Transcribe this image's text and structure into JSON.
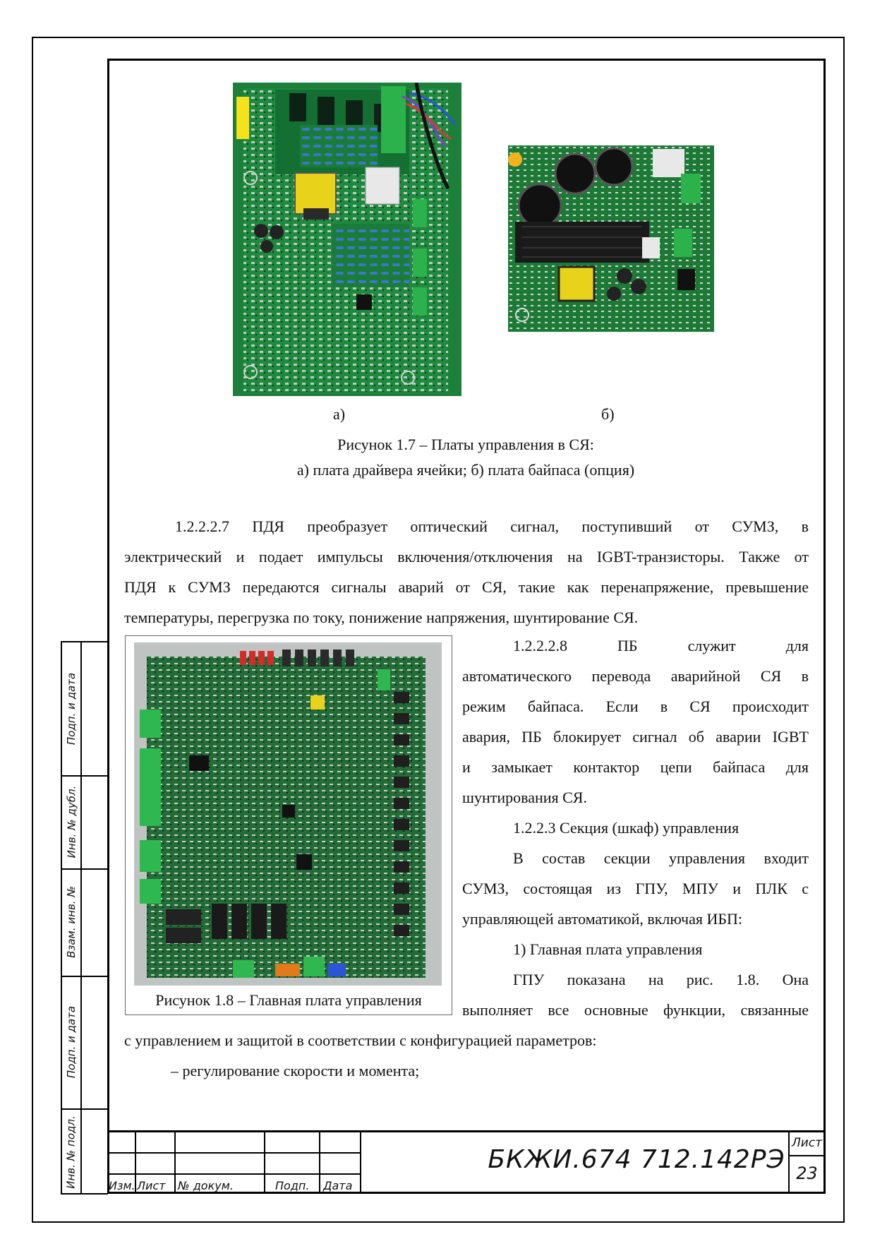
{
  "figure_1_7": {
    "label_a": "а)",
    "label_b": "б)",
    "caption_line1": "Рисунок 1.7 – Платы управления в СЯ:",
    "caption_line2": "а) плата драйвера ячейки; б) плата байпаса (опция)"
  },
  "figure_1_8": {
    "caption": "Рисунок 1.8 – Главная плата управления"
  },
  "text": {
    "p1_l1": "1.2.2.2.7 ПДЯ преобразует оптический сигнал, поступивший от СУМЗ, в",
    "p1_l2": "электрический и подает импульсы включения/отключения на IGBT-транзисторы. Также от",
    "p1_l3": "ПДЯ к СУМЗ передаются сигналы аварий от СЯ, такие как перенапряжение, превышение",
    "p1_l4": "температуры, перегрузка по току, понижение напряжения, шунтирование СЯ.",
    "p2_l1": "1.2.2.2.8 ПБ служит для",
    "p2_l2": "автоматического перевода аварийной СЯ в",
    "p2_l3": "режим байпаса. Если в СЯ происходит",
    "p2_l4": "авария, ПБ блокирует сигнал об аварии IGBT",
    "p2_l5": "и замыкает контактор цепи байпаса для",
    "p2_l6": "шунтирования СЯ.",
    "h_1223": "1.2.2.3 Секция (шкаф) управления",
    "p3_l1": "В состав секции управления входит",
    "p3_l2": "СУМЗ, состоящая из ГПУ, МПУ и ПЛК с",
    "p3_l3": "управляющей автоматикой, включая ИБП:",
    "item1": "1) Главная плата управления",
    "p4_l1": "ГПУ показана на рис. 1.8. Она",
    "p4_l2": "выполняет все основные функции, связанные",
    "p4_l3": "с управлением и защитой в соответствии с конфигурацией параметров:",
    "bullet1": "–  регулирование скорости и момента;"
  },
  "side_stamp": {
    "podp_data_1": "Подп. и дата",
    "inv_dubl": "Инв. № дубл.",
    "vzam_inv": "Взам. инв. №",
    "podp_data_2": "Подп. и дата",
    "inv_podl": "Инв. № подл."
  },
  "title_block": {
    "izm": "Изм.",
    "list": "Лист",
    "n_dokum": "№ докум.",
    "podp": "Подп.",
    "data": "Дата",
    "doc_code": "БКЖИ.674 712.142РЭ",
    "sheet_label": "Лист",
    "sheet_number": "23"
  },
  "colors": {
    "pcb_green": "#1c7f3a",
    "transformer_yellow": "#e8d21a"
  }
}
